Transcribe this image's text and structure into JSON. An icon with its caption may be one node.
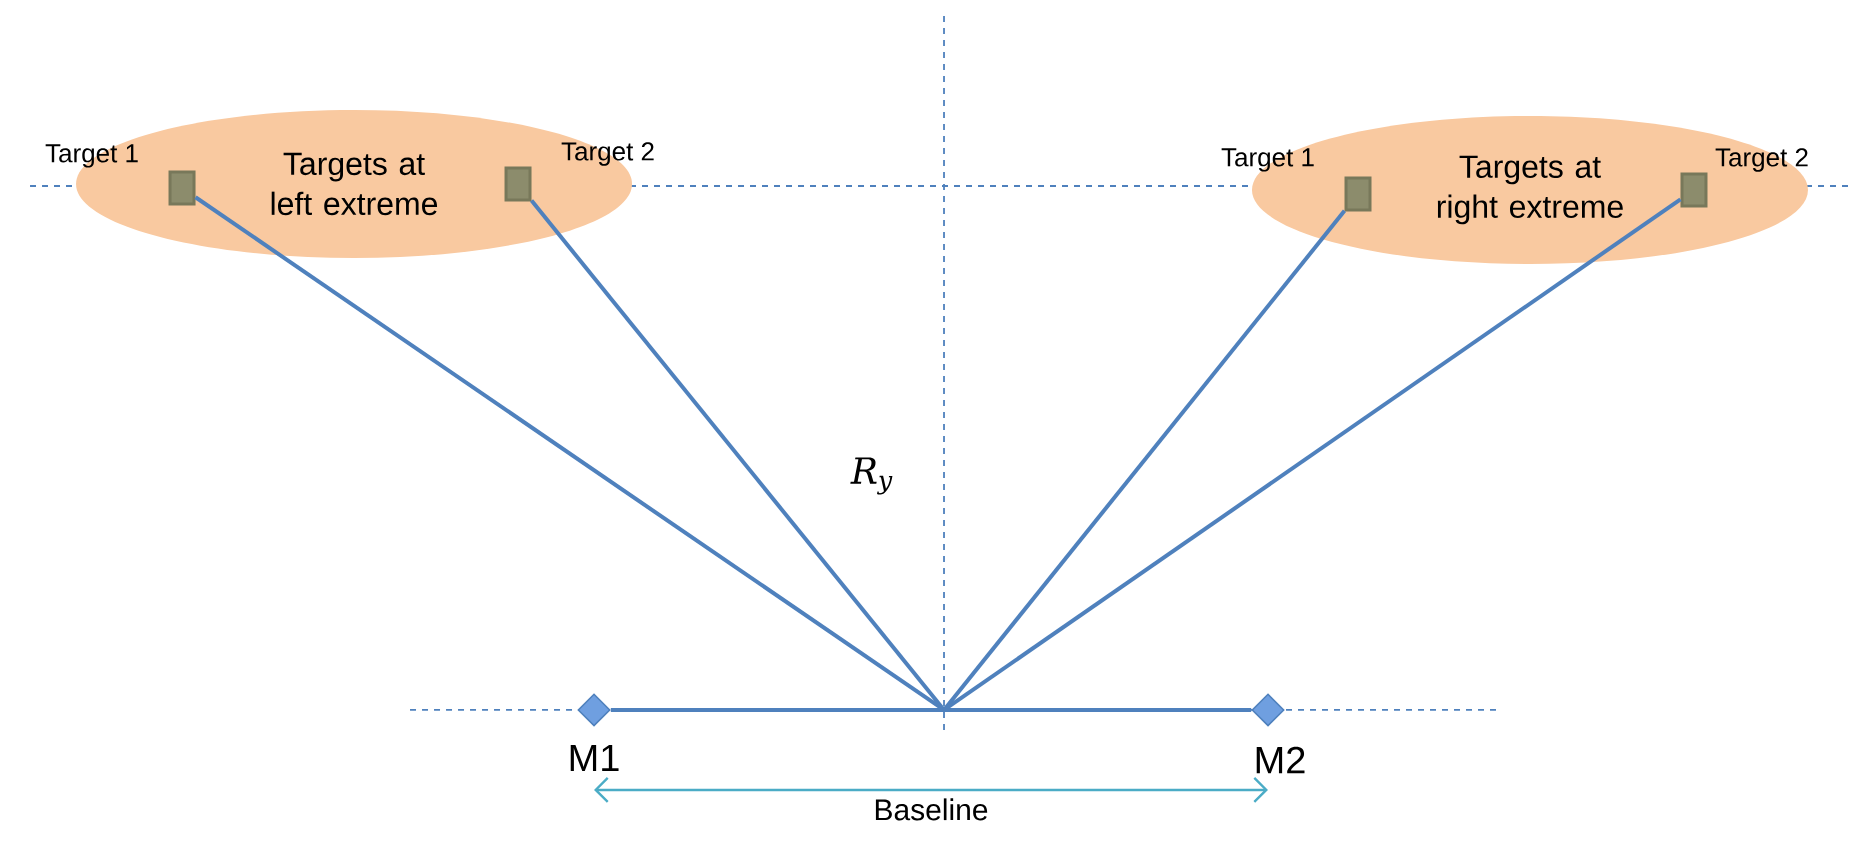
{
  "diagram": {
    "nodes": [
      {
        "text": [
          "Targets at left extreme"
        ]
      },
      {
        "text": [],
        "shape": "box",
        "in": 0,
        "beside": [
          "Target 1"
        ]
      },
      {
        "text": [],
        "shape": "box",
        "in": 0,
        "beside": [
          "Target 2"
        ]
      },
      {
        "text": [
          "Targets at right extreme"
        ]
      },
      {
        "text": [],
        "shape": "box",
        "in": 3,
        "beside": [
          "Target 1"
        ]
      },
      {
        "text": [],
        "shape": "box",
        "in": 3,
        "beside": [
          "Target 2"
        ]
      },
      {
        "text": [],
        "shape": "diamond",
        "beside": [
          "M1"
        ]
      },
      {
        "text": [],
        "shape": "diamond",
        "beside": [
          "M2"
        ]
      }
    ],
    "edges": [
      {
        "from": null,
        "to": 1,
        "arrow": "none"
      },
      {
        "from": null,
        "to": 2,
        "arrow": "none"
      },
      {
        "from": null,
        "to": 4,
        "arrow": "none"
      },
      {
        "from": null,
        "to": 5,
        "arrow": "none"
      },
      {
        "from": 6,
        "to": 7,
        "arrow": "none"
      },
      {
        "from": 6,
        "to": 7,
        "arrow": "both",
        "label": "Baseline",
        "color": "#4bacc6"
      }
    ],
    "labels": [
      "R$_{y}$"
    ]
  }
}
